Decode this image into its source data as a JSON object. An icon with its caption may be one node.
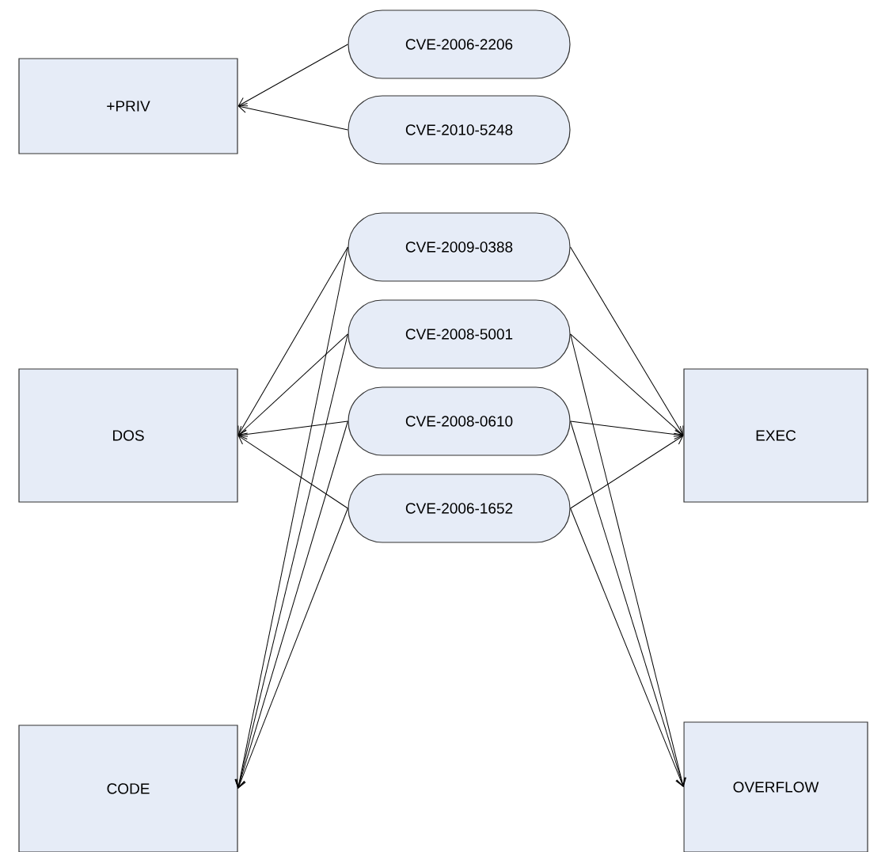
{
  "diagram": {
    "nodes": [
      {
        "text": [
          "+PRIV"
        ]
      },
      {
        "text": [
          "CVE-2006-2206"
        ]
      },
      {
        "text": [
          "CVE-2010-5248"
        ]
      },
      {
        "text": [
          "CVE-2009-0388"
        ]
      },
      {
        "text": [
          "CVE-2008-5001"
        ]
      },
      {
        "text": [
          "CVE-2008-0610"
        ]
      },
      {
        "text": [
          "CVE-2006-1652"
        ]
      },
      {
        "text": [
          "DOS"
        ]
      },
      {
        "text": [
          "EXEC"
        ]
      },
      {
        "text": [
          "CODE"
        ]
      },
      {
        "text": [
          "OVERFLOW"
        ]
      }
    ],
    "edges": [
      {
        "from": 1,
        "to": 0,
        "arrow": "to"
      },
      {
        "from": 2,
        "to": 0,
        "arrow": "to"
      },
      {
        "from": 3,
        "to": 7,
        "arrow": "to"
      },
      {
        "from": 4,
        "to": 7,
        "arrow": "to"
      },
      {
        "from": 5,
        "to": 7,
        "arrow": "to"
      },
      {
        "from": 6,
        "to": 7,
        "arrow": "to"
      },
      {
        "from": 3,
        "to": 9,
        "arrow": "to"
      },
      {
        "from": 4,
        "to": 9,
        "arrow": "to"
      },
      {
        "from": 5,
        "to": 9,
        "arrow": "to"
      },
      {
        "from": 6,
        "to": 9,
        "arrow": "to"
      },
      {
        "from": 3,
        "to": 8,
        "arrow": "to"
      },
      {
        "from": 4,
        "to": 8,
        "arrow": "to"
      },
      {
        "from": 5,
        "to": 8,
        "arrow": "to"
      },
      {
        "from": 6,
        "to": 8,
        "arrow": "to"
      },
      {
        "from": 4,
        "to": 10,
        "arrow": "to"
      },
      {
        "from": 5,
        "to": 10,
        "arrow": "to"
      },
      {
        "from": 6,
        "to": 10,
        "arrow": "to"
      }
    ]
  }
}
